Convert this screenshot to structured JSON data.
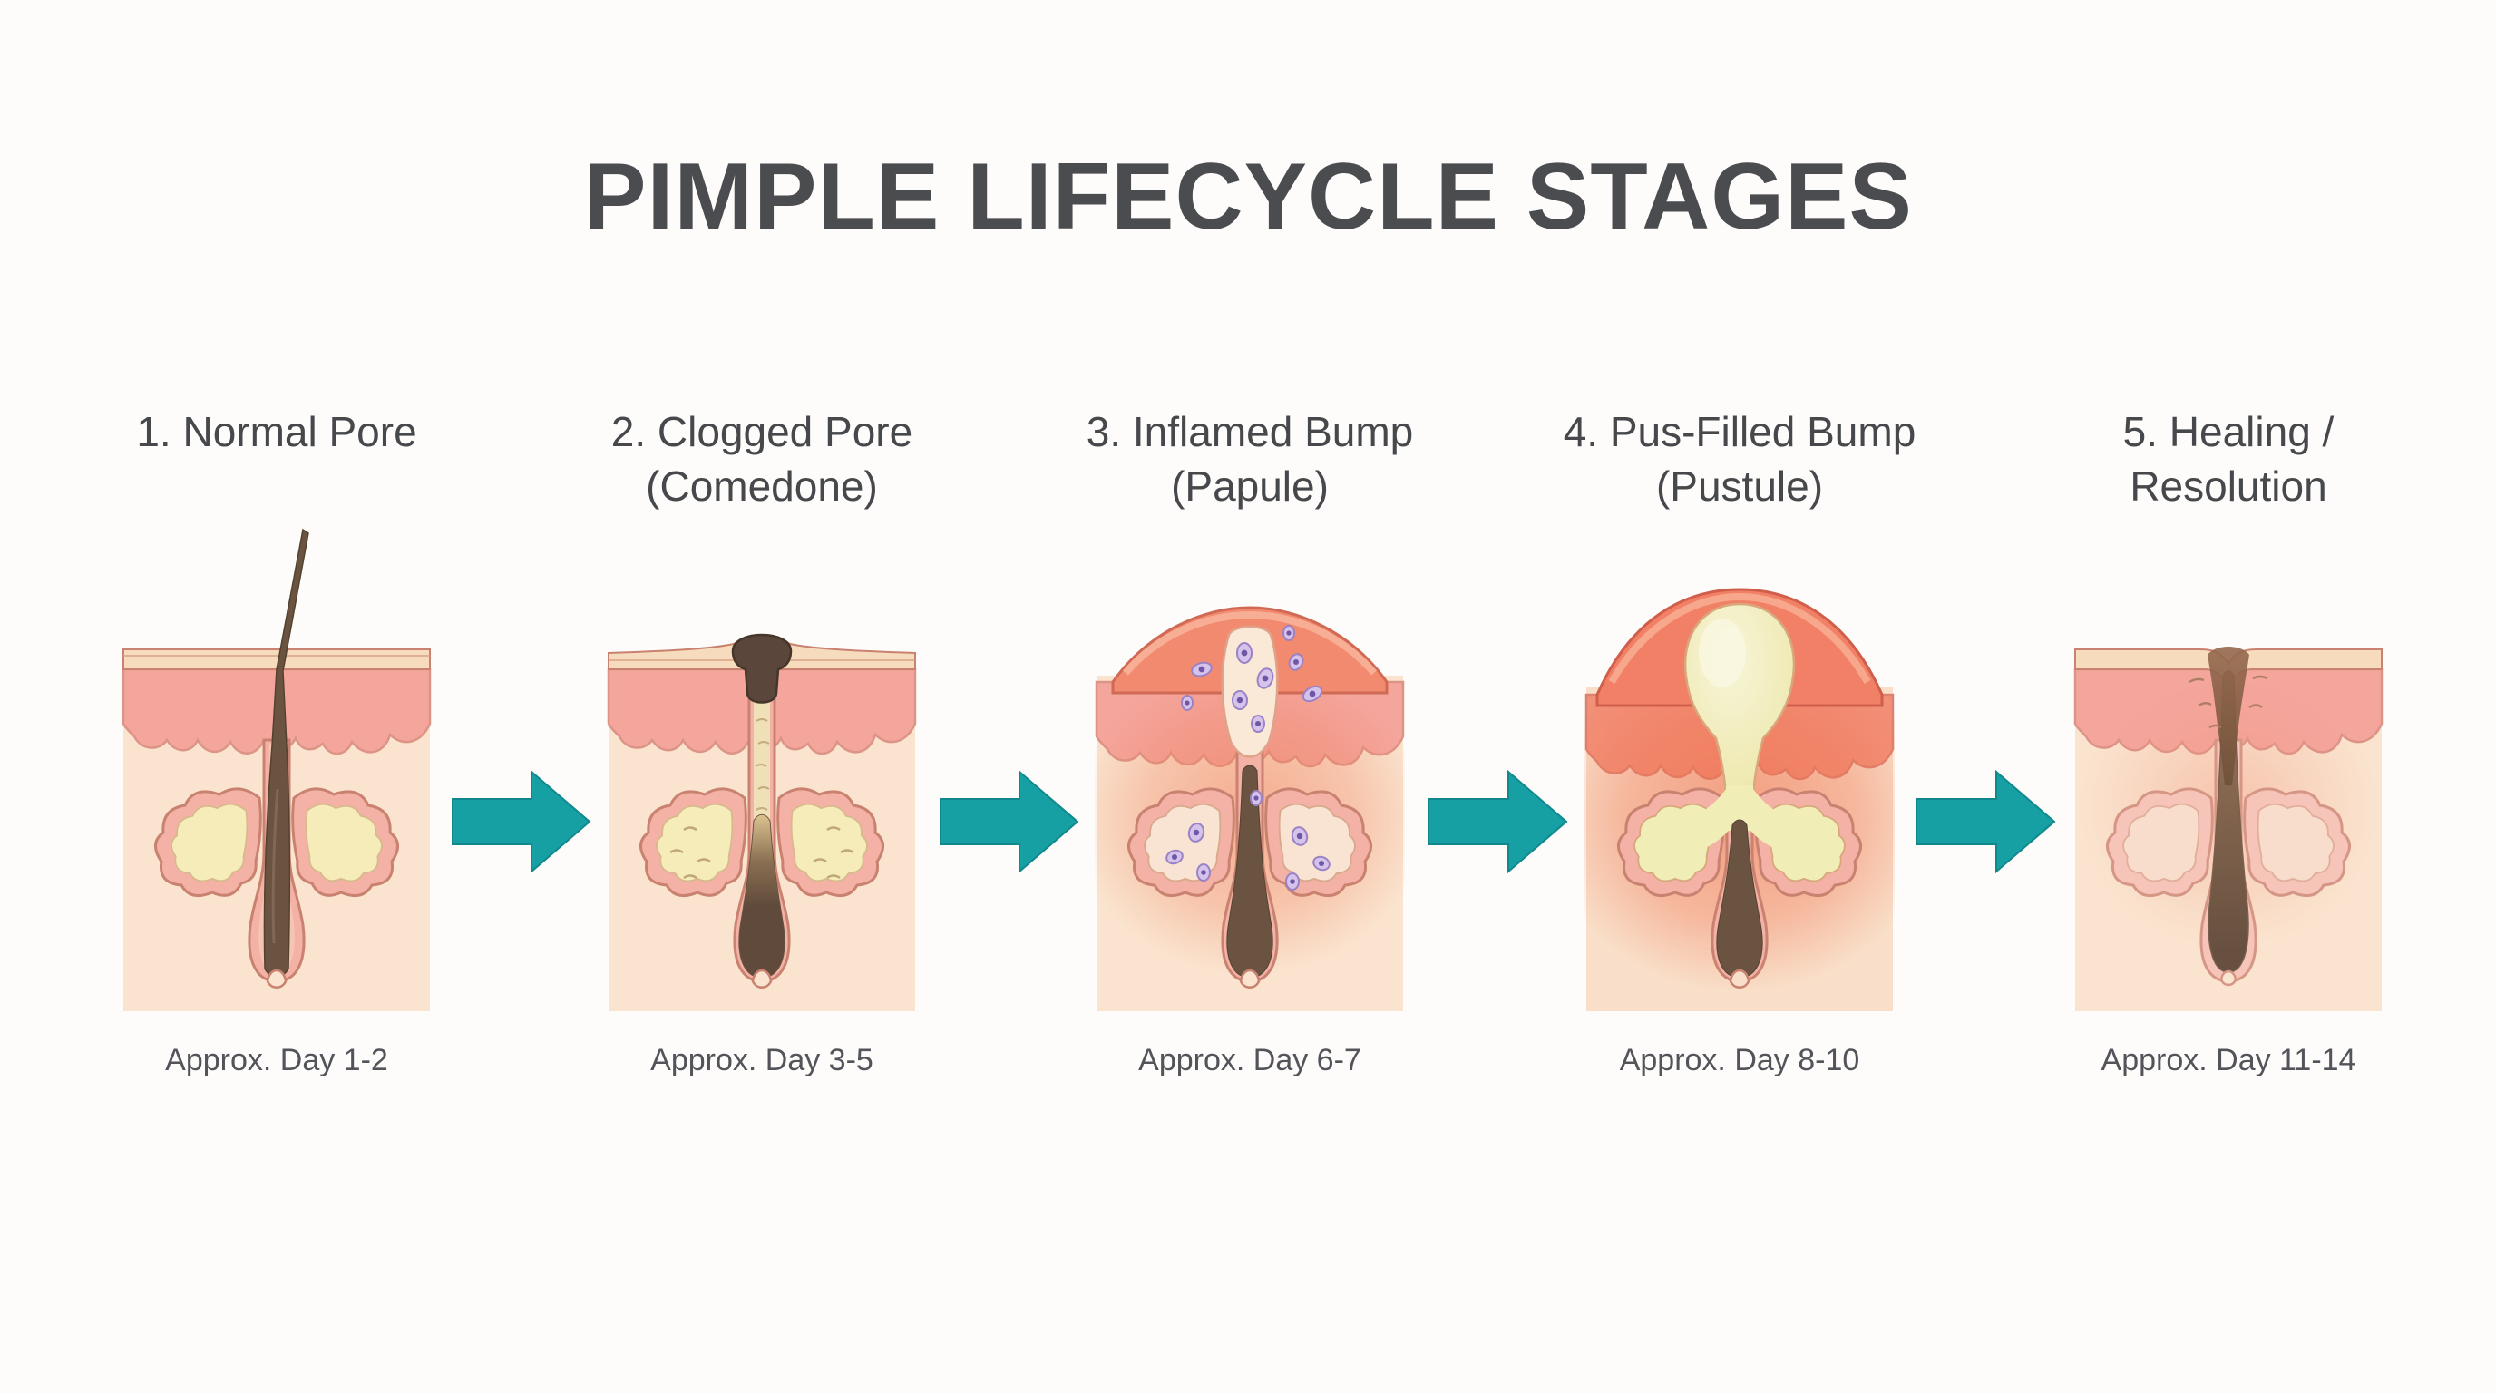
{
  "title": "PIMPLE LIFECYCLE STAGES",
  "stages": [
    {
      "label": "1. Normal Pore",
      "caption": "Approx. Day 1-2"
    },
    {
      "label": "2. Clogged Pore (Comedone)",
      "caption": "Approx. Day 3-5"
    },
    {
      "label": "3. Inflamed Bump (Papule)",
      "caption": "Approx. Day 6-7"
    },
    {
      "label": "4. Pus-Filled Bump (Pustule)",
      "caption": "Approx. Day 8-10"
    },
    {
      "label": "5. Healing / Resolution",
      "caption": "Approx. Day 11-14"
    }
  ],
  "icons": {
    "between_stages": "arrow-right-icon"
  },
  "colors": {
    "background": "#FDFCFA",
    "title_text": "#4B4C50",
    "label_text": "#47484C",
    "caption_text": "#53545A",
    "arrow_teal": "#17A0A4",
    "epidermis_pink": "#F4A69D",
    "dermis_peach": "#FAE4CF",
    "stratum_cream": "#F6DBBC",
    "outline_brown": "#C98270",
    "follicle_wall_pink": "#F4B2A7",
    "sebum_yellow": "#F5ECBA",
    "hair_brown": "#6B5342",
    "comedone_plug_brown": "#5A463A",
    "inflamed_red": "#F28A70",
    "pus_cream": "#F0EDB6",
    "immune_cell_purple": "#D5C3EB",
    "cell_nucleus_purple": "#6F57A8",
    "scab_brown": "#96694E"
  }
}
